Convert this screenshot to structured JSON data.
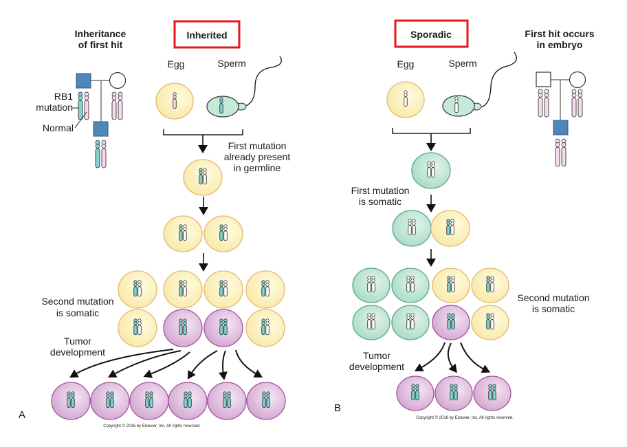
{
  "figure": {
    "topic": "Retinoblastoma two-hit hypothesis",
    "colors": {
      "title_box_border": "#e8151b",
      "pedigree_affected": "#4f87b9",
      "mutant_chromosome": "#7fd3d0",
      "normal_chromosome_pedigree": "#f6dbef",
      "normal_chromosome_cell": "#ffffff",
      "normal_cell": "#fbf0b8",
      "normal_cell_border": "#e2b870",
      "heterozygous_cell_sporadic": "#b8e3d0",
      "heterozygous_cell_border": "#5aa58a",
      "tumor_cell": "#dcb4dc",
      "tumor_cell_border": "#a0559a",
      "sperm_head": "#c6ead9"
    }
  },
  "panel_a": {
    "panel_letter": "A",
    "title": "Inherited",
    "pedigree_heading": [
      "Inheritance",
      "of first hit"
    ],
    "pedigree_labels": {
      "mutation": [
        "RB1",
        "mutation"
      ],
      "normal": "Normal"
    },
    "gamete_labels": {
      "egg": "Egg",
      "sperm": "Sperm"
    },
    "annotation_germline": [
      "First mutation",
      "already present",
      "in germline"
    ],
    "annotation_second": [
      "Second mutation",
      "is somatic"
    ],
    "annotation_tumor": [
      "Tumor",
      "development"
    ],
    "copyright": "Copyright © 2016 by Elsevier, Inc. All rights reserved.",
    "grid_rows": [
      [
        "normal",
        "normal",
        "normal",
        "normal"
      ],
      [
        "normal",
        "tumor",
        "tumor",
        "normal"
      ]
    ],
    "tumor_cells_count": 6
  },
  "panel_b": {
    "panel_letter": "B",
    "title": "Sporadic",
    "pedigree_heading": [
      "First hit occurs",
      "in embryo"
    ],
    "gamete_labels": {
      "egg": "Egg",
      "sperm": "Sperm"
    },
    "annotation_first": [
      "First mutation",
      "is somatic"
    ],
    "annotation_second": [
      "Second mutation",
      "is somatic"
    ],
    "annotation_tumor": [
      "Tumor",
      "development"
    ],
    "copyright": "Copyright © 2016 by Elsevier, Inc. All rights reserved.",
    "grid_rows": [
      [
        "normal-wt",
        "normal-wt",
        "het",
        "het"
      ],
      [
        "normal-wt",
        "normal-wt",
        "tumor",
        "het"
      ]
    ],
    "tumor_cells_count": 3
  }
}
